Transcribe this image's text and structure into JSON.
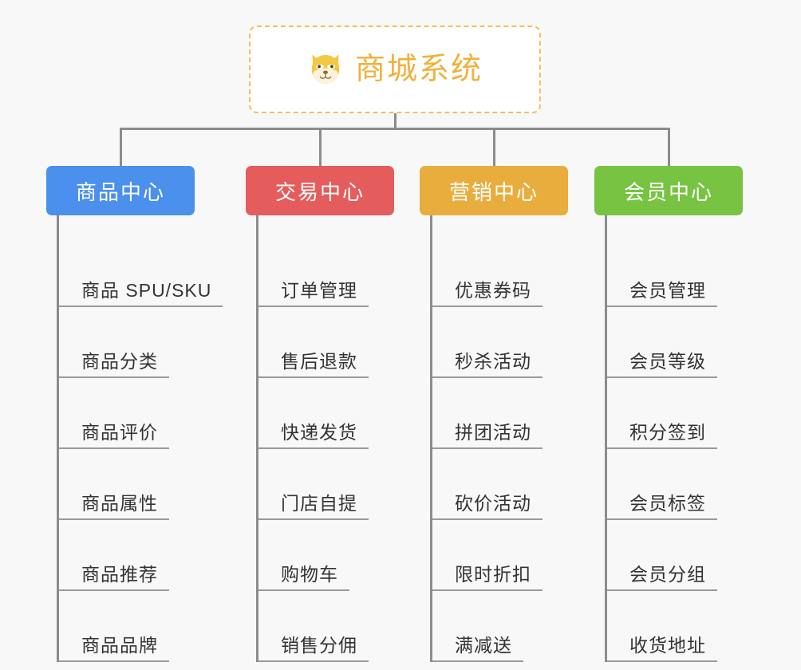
{
  "diagram": {
    "type": "org-chart",
    "background_color": "#f8f8f8",
    "root": {
      "title": "商城系统",
      "icon": "dog-face-icon",
      "accent_color": "#f1b13c",
      "border_style": "dashed"
    },
    "branches": [
      {
        "label": "商品中心",
        "color": "#4a90ec",
        "items": [
          "商品 SPU/SKU",
          "商品分类",
          "商品评价",
          "商品属性",
          "商品推荐",
          "商品品牌"
        ]
      },
      {
        "label": "交易中心",
        "color": "#e45c5c",
        "items": [
          "订单管理",
          "售后退款",
          "快递发货",
          "门店自提",
          "购物车",
          "销售分佣"
        ]
      },
      {
        "label": "营销中心",
        "color": "#e9ad3d",
        "items": [
          "优惠券码",
          "秒杀活动",
          "拼团活动",
          "砍价活动",
          "限时折扣",
          "满减送"
        ]
      },
      {
        "label": "会员中心",
        "color": "#78c342",
        "items": [
          "会员管理",
          "会员等级",
          "积分签到",
          "会员标签",
          "会员分组",
          "收货地址"
        ]
      }
    ]
  }
}
